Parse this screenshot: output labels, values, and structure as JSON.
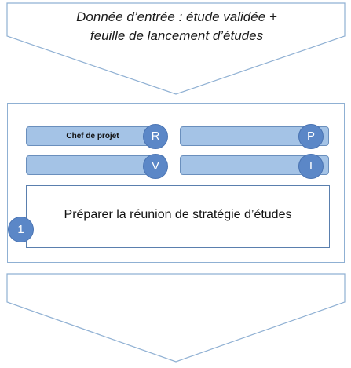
{
  "input": {
    "line1": "Donnée d’entrée : étude validée +",
    "line2": "feuille de lancement d’études"
  },
  "roles": {
    "r": {
      "label": "Chef de projet",
      "badge": "R"
    },
    "p": {
      "label": "",
      "badge": "P"
    },
    "v": {
      "label": "",
      "badge": "V"
    },
    "i": {
      "label": "",
      "badge": "I"
    }
  },
  "task": {
    "text": "Préparer la réunion de stratégie d’études",
    "step": "1"
  },
  "colors": {
    "chevron_border": "#8fb0d3",
    "role_fill": "#a4c3e6",
    "badge_fill": "#5b87c7",
    "task_border": "#5a7fae"
  }
}
